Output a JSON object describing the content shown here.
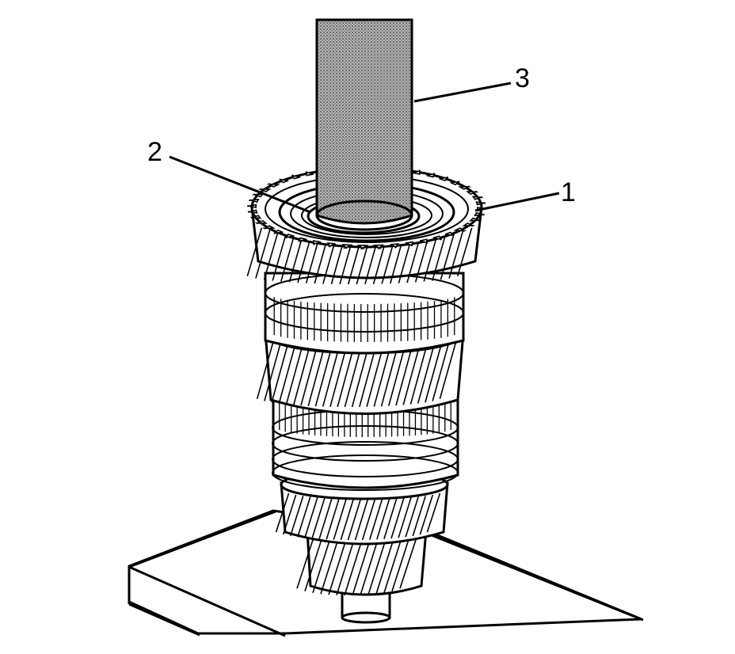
{
  "callouts": [
    {
      "id": "1",
      "label": "1"
    },
    {
      "id": "2",
      "label": "2"
    },
    {
      "id": "3",
      "label": "3"
    }
  ],
  "colors": {
    "ink": "#000000",
    "paper": "#ffffff",
    "shaft_fill": "#9a9a9a"
  }
}
